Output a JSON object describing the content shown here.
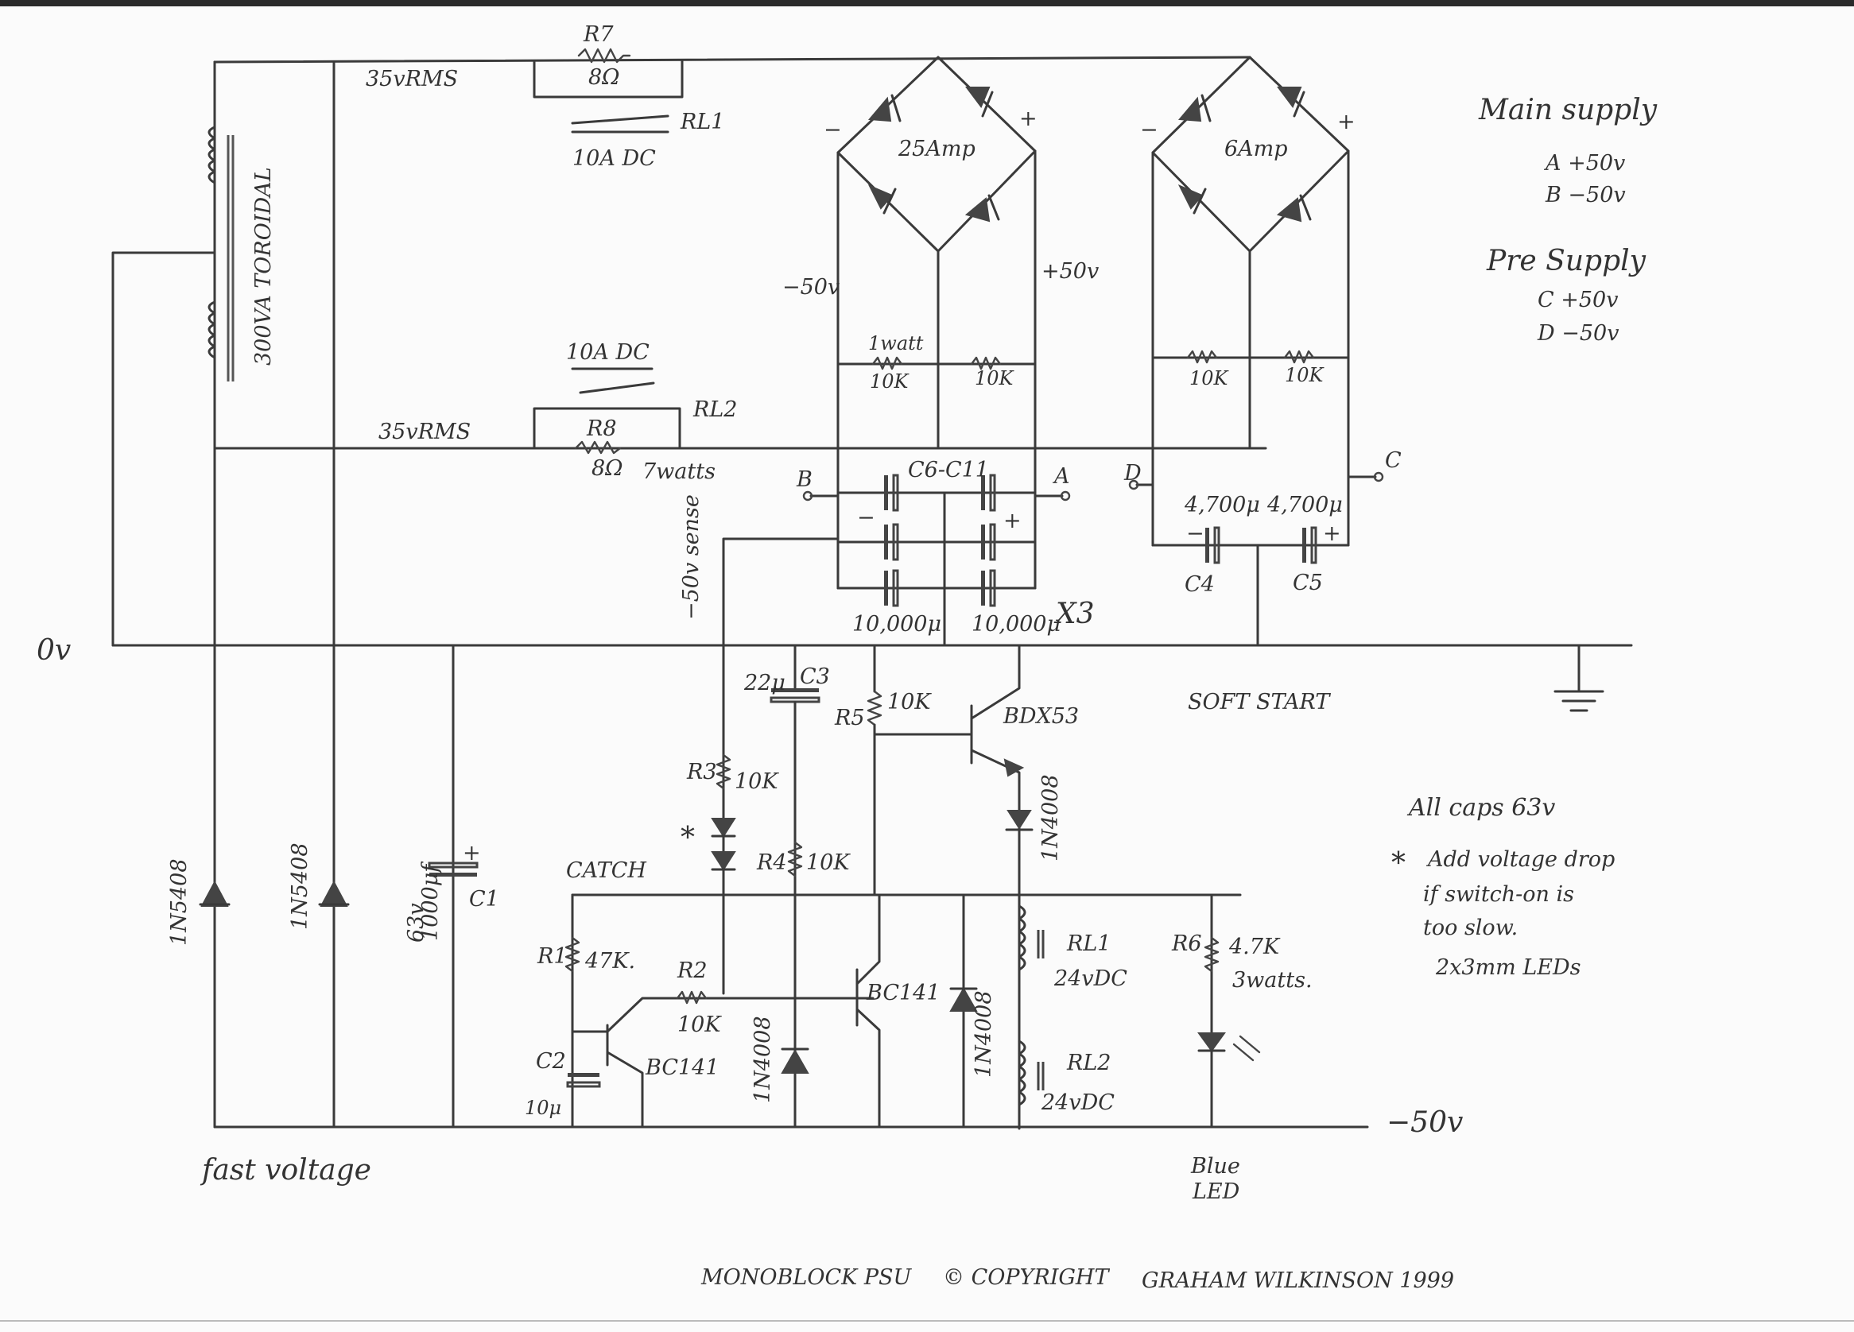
{
  "top_supply": {
    "voltage_top": "35vRMS",
    "voltage_bottom": "35vRMS",
    "transformer": "300VA TOROIDAL",
    "r7_name": "R7",
    "r7_value": "8Ω",
    "rl1_label": "RL1",
    "rl1_rating": "10A DC",
    "r8_name": "R8",
    "r8_value": "8Ω",
    "r8_power": "7watts",
    "rl2_label": "RL2",
    "rl2_rating": "10A DC"
  },
  "bridges": {
    "main_rating": "25Amp",
    "pre_rating": "6Amp",
    "minus": "−",
    "plus": "+",
    "neg_label": "−50v",
    "pos_label": "+50v",
    "bleed_1watt": "1watt",
    "bleed_10k": "10K"
  },
  "caps": {
    "bank": "C6-C11",
    "bank_value": "10,000μ",
    "multiplier": "X3",
    "c4_value": "4,700μ",
    "c5_value": "4,700μ",
    "c4_name": "C4",
    "c5_name": "C5",
    "sense": "−50v sense",
    "term_a": "A",
    "term_b": "B",
    "term_c": "C",
    "term_d": "D"
  },
  "ground": {
    "label": "0v"
  },
  "notes": {
    "main_title": "Main supply",
    "main_a": "A   +50v",
    "main_b": "B   −50v",
    "pre_title": "Pre Supply",
    "pre_c": "C   +50v",
    "pre_d": "D   −50v",
    "soft_start": "SOFT START",
    "all_caps": "All caps  63v",
    "star": "*",
    "note_1": "Add voltage drop",
    "note_2": "if switch-on is",
    "note_3": "too slow.",
    "note_4": "2x3mm LEDs"
  },
  "lower": {
    "c1_value": "1000μf",
    "c1_voltage": "63v",
    "c1_name": "C1",
    "diode_1n5408": "1N5408",
    "c3_name": "C3",
    "c3_value": "22μ",
    "r3": "R3",
    "r4": "R4",
    "r5": "R5",
    "val_10k": "10K",
    "bdx": "BDX53",
    "catch": "CATCH",
    "r1": "R1",
    "r1_value": "47K.",
    "r2": "R2",
    "c2": "C2",
    "c2_value": "10μ",
    "bc141": "BC141",
    "diode_1n4008": "1N4008",
    "rl1": "RL1",
    "rl2": "RL2",
    "relay_v": "24vDC",
    "r6": "R6",
    "r6_value": "4.7K",
    "r6_power": "3watts.",
    "neg_rail": "−50v",
    "fast_voltage": "fast voltage",
    "blue_led_1": "Blue",
    "blue_led_2": "LED"
  },
  "footer": {
    "title": "MONOBLOCK  PSU",
    "copyright": "© COPYRIGHT",
    "author": "GRAHAM  WILKINSON  1999"
  }
}
